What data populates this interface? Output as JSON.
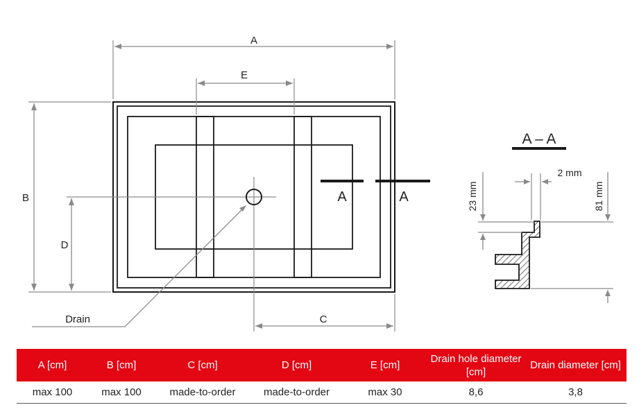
{
  "plan": {
    "dimension_a": "A",
    "dimension_b": "B",
    "dimension_c": "C",
    "dimension_d": "D",
    "dimension_e": "E",
    "drain_label": "Drain",
    "section_marker_left": "A",
    "section_marker_right": "A"
  },
  "section": {
    "title": "A – A",
    "wall_thickness": "2 mm",
    "step_height": "23 mm",
    "total_height": "81 mm"
  },
  "spec_table": {
    "headers": [
      "A [cm]",
      "B [cm]",
      "C [cm]",
      "D [cm]",
      "E [cm]",
      "Drain hole diameter [cm]",
      "Drain diameter [cm]"
    ],
    "row": [
      "max 100",
      "max 100",
      "made-to-order",
      "made-to-order",
      "max 30",
      "8,6",
      "3,8"
    ]
  },
  "colors": {
    "table_header": "#e30613",
    "outline": "#1a1a1a",
    "dimension_line": "#8a8a8a",
    "hatch": "#333333"
  }
}
